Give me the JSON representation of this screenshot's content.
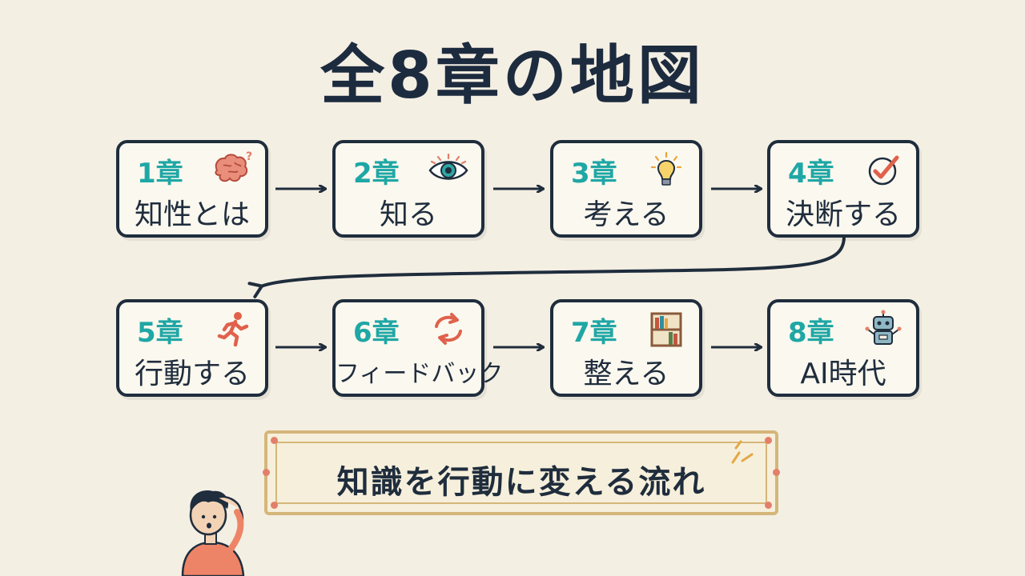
{
  "title": "全8章の地図",
  "chapters": [
    {
      "num": "1章",
      "title": "知性とは",
      "icon": "brain-question-icon"
    },
    {
      "num": "2章",
      "title": "知る",
      "icon": "eye-icon"
    },
    {
      "num": "3章",
      "title": "考える",
      "icon": "lightbulb-icon"
    },
    {
      "num": "4章",
      "title": "決断する",
      "icon": "checkmark-icon"
    },
    {
      "num": "5章",
      "title": "行動する",
      "icon": "running-person-icon"
    },
    {
      "num": "6章",
      "title": "フィードバック",
      "icon": "refresh-cycle-icon"
    },
    {
      "num": "7章",
      "title": "整える",
      "icon": "bookshelf-icon"
    },
    {
      "num": "8章",
      "title": "AI時代",
      "icon": "robot-icon"
    }
  ],
  "banner": {
    "text": "知識を行動に変える流れ"
  },
  "colors": {
    "background": "#f4efe3",
    "ink": "#1f2d3d",
    "chapter_number": "#1fa7a5",
    "accent": "#e27f6a",
    "banner_border": "#d5b67a"
  }
}
